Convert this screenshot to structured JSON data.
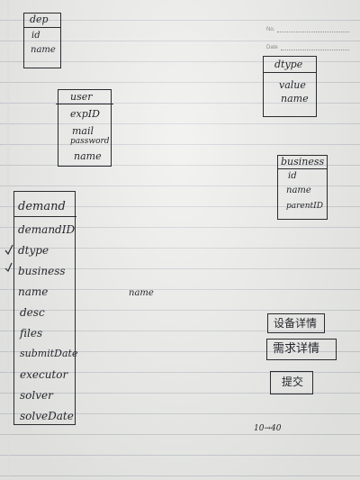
{
  "header": {
    "no_label": "No.",
    "date_label": "Date"
  },
  "tables": {
    "dep": {
      "title": "dep",
      "fields": [
        "id",
        "name"
      ]
    },
    "user": {
      "title": "user",
      "fields": [
        "expID",
        "mail",
        "password",
        "name"
      ]
    },
    "dtype": {
      "title": "dtype",
      "fields": [
        "value",
        "name"
      ]
    },
    "business": {
      "title": "business",
      "fields": [
        "id",
        "name",
        "parentID"
      ]
    },
    "demand": {
      "title": "demand",
      "fields": [
        "demandID",
        "dtype",
        "business",
        "name",
        "desc",
        "files",
        "submitDate",
        "executor",
        "solver",
        "solveDate"
      ]
    }
  },
  "annotations": {
    "name_note": "name",
    "range_note": "10→40"
  },
  "buttons": {
    "device_list": "设备详情",
    "demand_detail": "需求详情",
    "submit": "提交"
  }
}
